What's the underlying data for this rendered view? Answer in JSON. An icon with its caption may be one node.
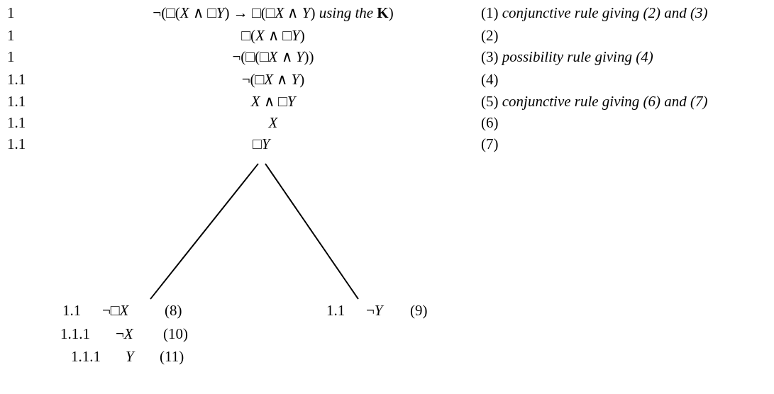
{
  "diagram": {
    "nodes": [
      {
        "text": [
          "□*Y*"
        ]
      },
      {
        "text": [
          "1.1",
          "¬□*X*",
          "(8)"
        ]
      },
      {
        "text": [
          "1.1",
          "¬*Y*",
          "(9)"
        ]
      }
    ],
    "edges": [
      {
        "from": 0,
        "to": 1,
        "arrow": "none"
      },
      {
        "from": 0,
        "to": 2,
        "arrow": "none"
      }
    ],
    "labels": [
      "1",
      "¬(□(*X* ∧ □*Y*) → □(□*X* ∧ *Y*) *using the* **K**)",
      "(1) *conjunctive rule giving (2) and (3)*",
      "1",
      "□(*X* ∧ □*Y*)",
      "(2)",
      "1",
      "¬(□(□*X* ∧ *Y*))",
      "(3) *possibility rule giving (4)*",
      "1.1",
      "¬(□*X* ∧ *Y*)",
      "(4)",
      "1.1",
      "*X* ∧ □*Y*",
      "(5) *conjunctive rule giving (6) and (7)*",
      "1.1",
      "X",
      "(6)",
      "1.1",
      "(7)",
      "1.1.1",
      "¬*X*",
      "(10)",
      "1.1.1",
      "Y",
      "(11)"
    ]
  }
}
